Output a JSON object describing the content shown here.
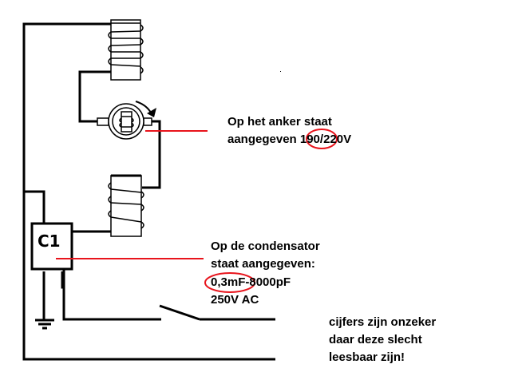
{
  "diagram": {
    "title": "Motor circuit with capacitor C1",
    "colors": {
      "wire": "#000000",
      "annotation": "#e8141c",
      "background": "#ffffff"
    },
    "components": {
      "capacitor_label": "C1",
      "field_coil_top": "field-coil",
      "armature": "armature-rotor",
      "field_coil_bottom": "field-coil",
      "switch": "switch-open",
      "ground": "ground"
    },
    "annotations": {
      "armature": {
        "line1": "Op het anker staat",
        "line2_prefix": "aangegeven ",
        "line2_circled": "190",
        "line2_suffix": "/220V"
      },
      "capacitor": {
        "line1": "Op de condensator",
        "line2": "staat aangegeven:",
        "line3_circled": "0,3mF",
        "line3_suffix": "-8000pF",
        "line4": "250V AC"
      },
      "note": {
        "line1": "cijfers zijn onzeker",
        "line2": "daar deze slecht",
        "line3": "leesbaar zijn!"
      }
    }
  }
}
